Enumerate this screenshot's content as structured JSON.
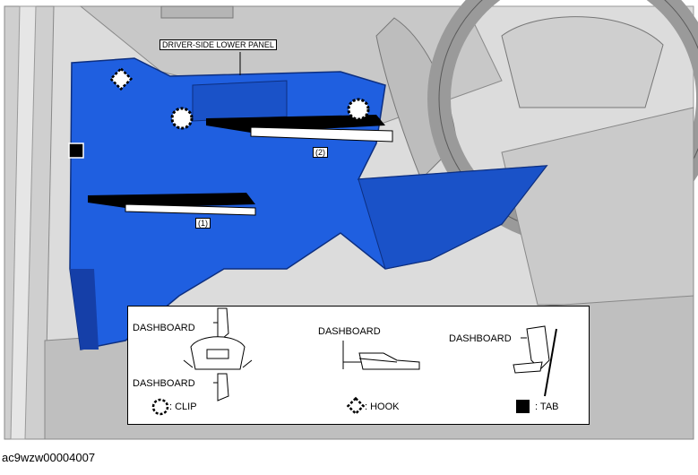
{
  "diagram": {
    "title_label": "DRIVER-SIDE LOWER PANEL",
    "callouts": [
      "(1)",
      "(2)"
    ],
    "colors": {
      "panel": "#1f5fe0",
      "panel_dark": "#153fa8",
      "background": "#d9d9d9",
      "interior": "#c4c4c4",
      "outline": "#000000"
    },
    "legend": {
      "details": [
        {
          "labels": [
            "DASHBOARD",
            "DASHBOARD"
          ]
        },
        {
          "labels": [
            "DASHBOARD"
          ]
        },
        {
          "labels": [
            "DASHBOARD"
          ]
        }
      ],
      "keys": [
        {
          "icon": "clip-icon",
          "label": ": CLIP"
        },
        {
          "icon": "hook-icon",
          "label": ": HOOK"
        },
        {
          "icon": "tab-icon",
          "label": ": TAB"
        }
      ]
    }
  },
  "figure_id": "ac9wzw00004007"
}
